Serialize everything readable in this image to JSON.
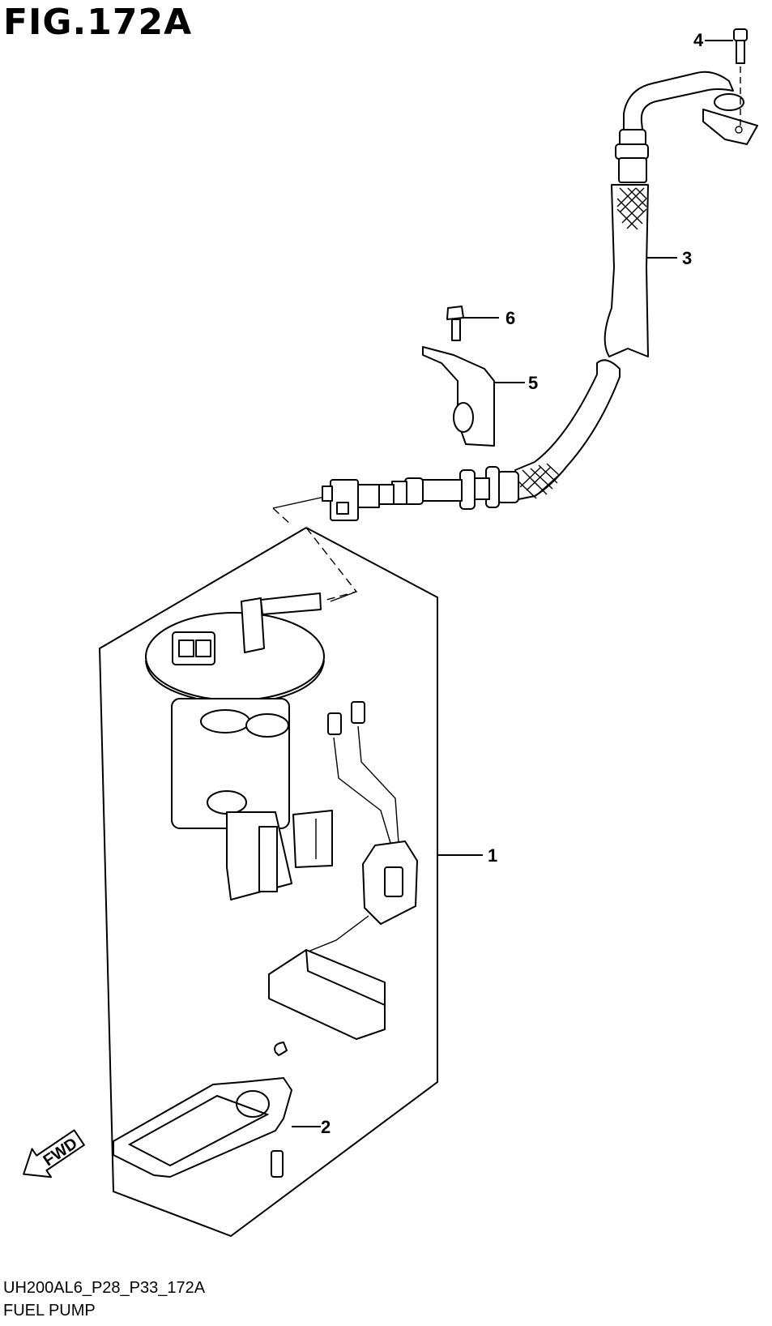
{
  "figure": {
    "title": "FIG.172A",
    "code": "UH200AL6_P28_P33_172A",
    "name": "FUEL PUMP"
  },
  "callouts": [
    {
      "id": "1",
      "label": "1"
    },
    {
      "id": "2",
      "label": "2"
    },
    {
      "id": "3",
      "label": "3"
    },
    {
      "id": "4",
      "label": "4"
    },
    {
      "id": "5",
      "label": "5"
    },
    {
      "id": "6",
      "label": "6"
    }
  ],
  "fwd": {
    "label": "FWD"
  }
}
